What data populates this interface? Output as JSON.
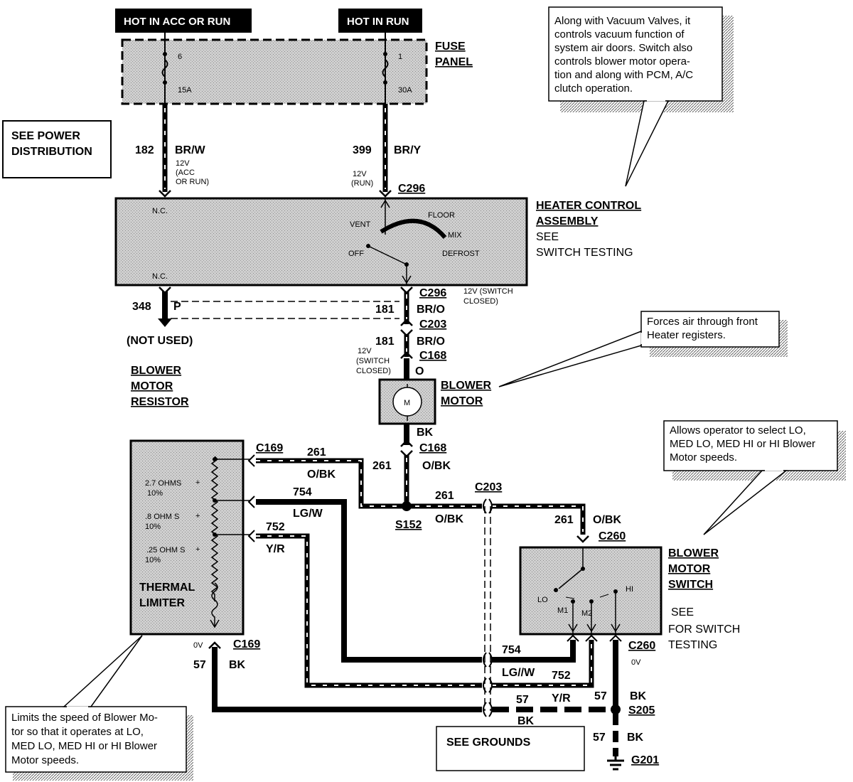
{
  "headers": {
    "acc_or_run": "HOT IN ACC OR RUN",
    "run": "HOT IN RUN"
  },
  "fuse_panel": {
    "title_l1": "FUSE",
    "title_l2": "PANEL",
    "fuse6_num": "6",
    "fuse6_amp": "15A",
    "fuse1_num": "1",
    "fuse1_amp": "30A"
  },
  "power_box": {
    "l1": "SEE POWER",
    "l2": "DISTRIBUTION"
  },
  "note_top": [
    "Along with Vacuum Valves, it",
    "controls vacuum function of",
    "system air doors.  Switch also",
    "controls blower motor opera-",
    "tion and along with PCM, A/C",
    "clutch operation."
  ],
  "note_blower": [
    "Forces air through front",
    "Heater registers."
  ],
  "note_switch": [
    "Allows operator to select  LO,",
    "MED LO, MED HI or HI Blower",
    "Motor speeds."
  ],
  "note_limiter": [
    "Limits the speed of Blower Mo-",
    "tor so that it operates at LO,",
    "MED LO, MED HI or HI Blower",
    "Motor speeds."
  ],
  "wires": {
    "w182": "182",
    "w182_color": "BR/W",
    "w182_v1": "12V",
    "w182_v2": "(ACC",
    "w182_v3": "OR RUN)",
    "w399": "399",
    "w399_color": "BR/Y",
    "w399_v1": "12V",
    "w399_v2": "(RUN)",
    "w348": "348",
    "w348_color": "P",
    "not_used": "(NOT USED)",
    "w181a": "181",
    "w181a_color": "BR/O",
    "w181_v1": "12V (SWITCH",
    "w181_v2": "CLOSED)",
    "w181b": "181",
    "w181b_color": "BR/O",
    "w181b_v1": "12V",
    "w181b_v2": "(SWITCH",
    "w181b_v3": "CLOSED)",
    "wO_color": "O",
    "wBK_color": "BK",
    "w261a": "261",
    "w261a_color": "O/BK",
    "w261b": "261",
    "w261b_color": "O/BK",
    "w261c": "261",
    "w261c_color": "O/BK",
    "w261d": "261",
    "w261d_color": "O/BK",
    "w754": "754",
    "w754_color": "LG/W",
    "w752": "752",
    "w752_color": "Y/R",
    "w754b": "754",
    "w754b_color": "LG//W",
    "w752b": "752",
    "w752b_color": "Y/R",
    "w57a": "57",
    "w57a_color": "BK",
    "w57a_v": "0V",
    "w57b": "57",
    "w57b_color": "BK",
    "w57c": "57",
    "w57c_color": "BK",
    "w57d": "57",
    "w57d_color": "BK",
    "w57e_color": "BK",
    "w57e_v": "0V"
  },
  "connectors": {
    "c296a": "C296",
    "c296b": "C296",
    "c203a": "C203",
    "c203b": "C203",
    "c168a": "C168",
    "c168b": "C168",
    "c169a": "C169",
    "c169b": "C169",
    "c260a": "C260",
    "c260b": "C260",
    "s152": "S152",
    "s205": "S205",
    "g201": "G201"
  },
  "heater": {
    "title_l1": "HEATER CONTROL",
    "title_l2": "ASSEMBLY",
    "see": "SEE",
    "switch_testing": "SWITCH TESTING",
    "nc1": "N.C.",
    "nc2": "N.C.",
    "vent": "VENT",
    "floor": "FLOOR",
    "mix": "MIX",
    "off": "OFF",
    "defrost": "DEFROST"
  },
  "blower_motor": {
    "l1": "BLOWER",
    "l2": "MOTOR",
    "m": "M"
  },
  "resistor": {
    "l1": "BLOWER",
    "l2": "MOTOR",
    "l3": "RESISTOR",
    "r1": "2.7 OHMS",
    "r1_tol": "10%",
    "r2": ".8 OHM S",
    "r2_tol": "10%",
    "r3": ".25 OHM S",
    "r3_tol": "10%",
    "limiter_l1": "THERMAL",
    "limiter_l2": "LIMITER"
  },
  "blower_switch": {
    "l1": "BLOWER",
    "l2": "MOTOR",
    "l3": "SWITCH",
    "see": "SEE",
    "for_testing_l1": "FOR SWITCH",
    "for_testing_l2": "TESTING",
    "lo": "LO",
    "m1": "M1",
    "m2": "M2",
    "hi": "HI"
  },
  "grounds": {
    "label": "SEE GROUNDS"
  }
}
